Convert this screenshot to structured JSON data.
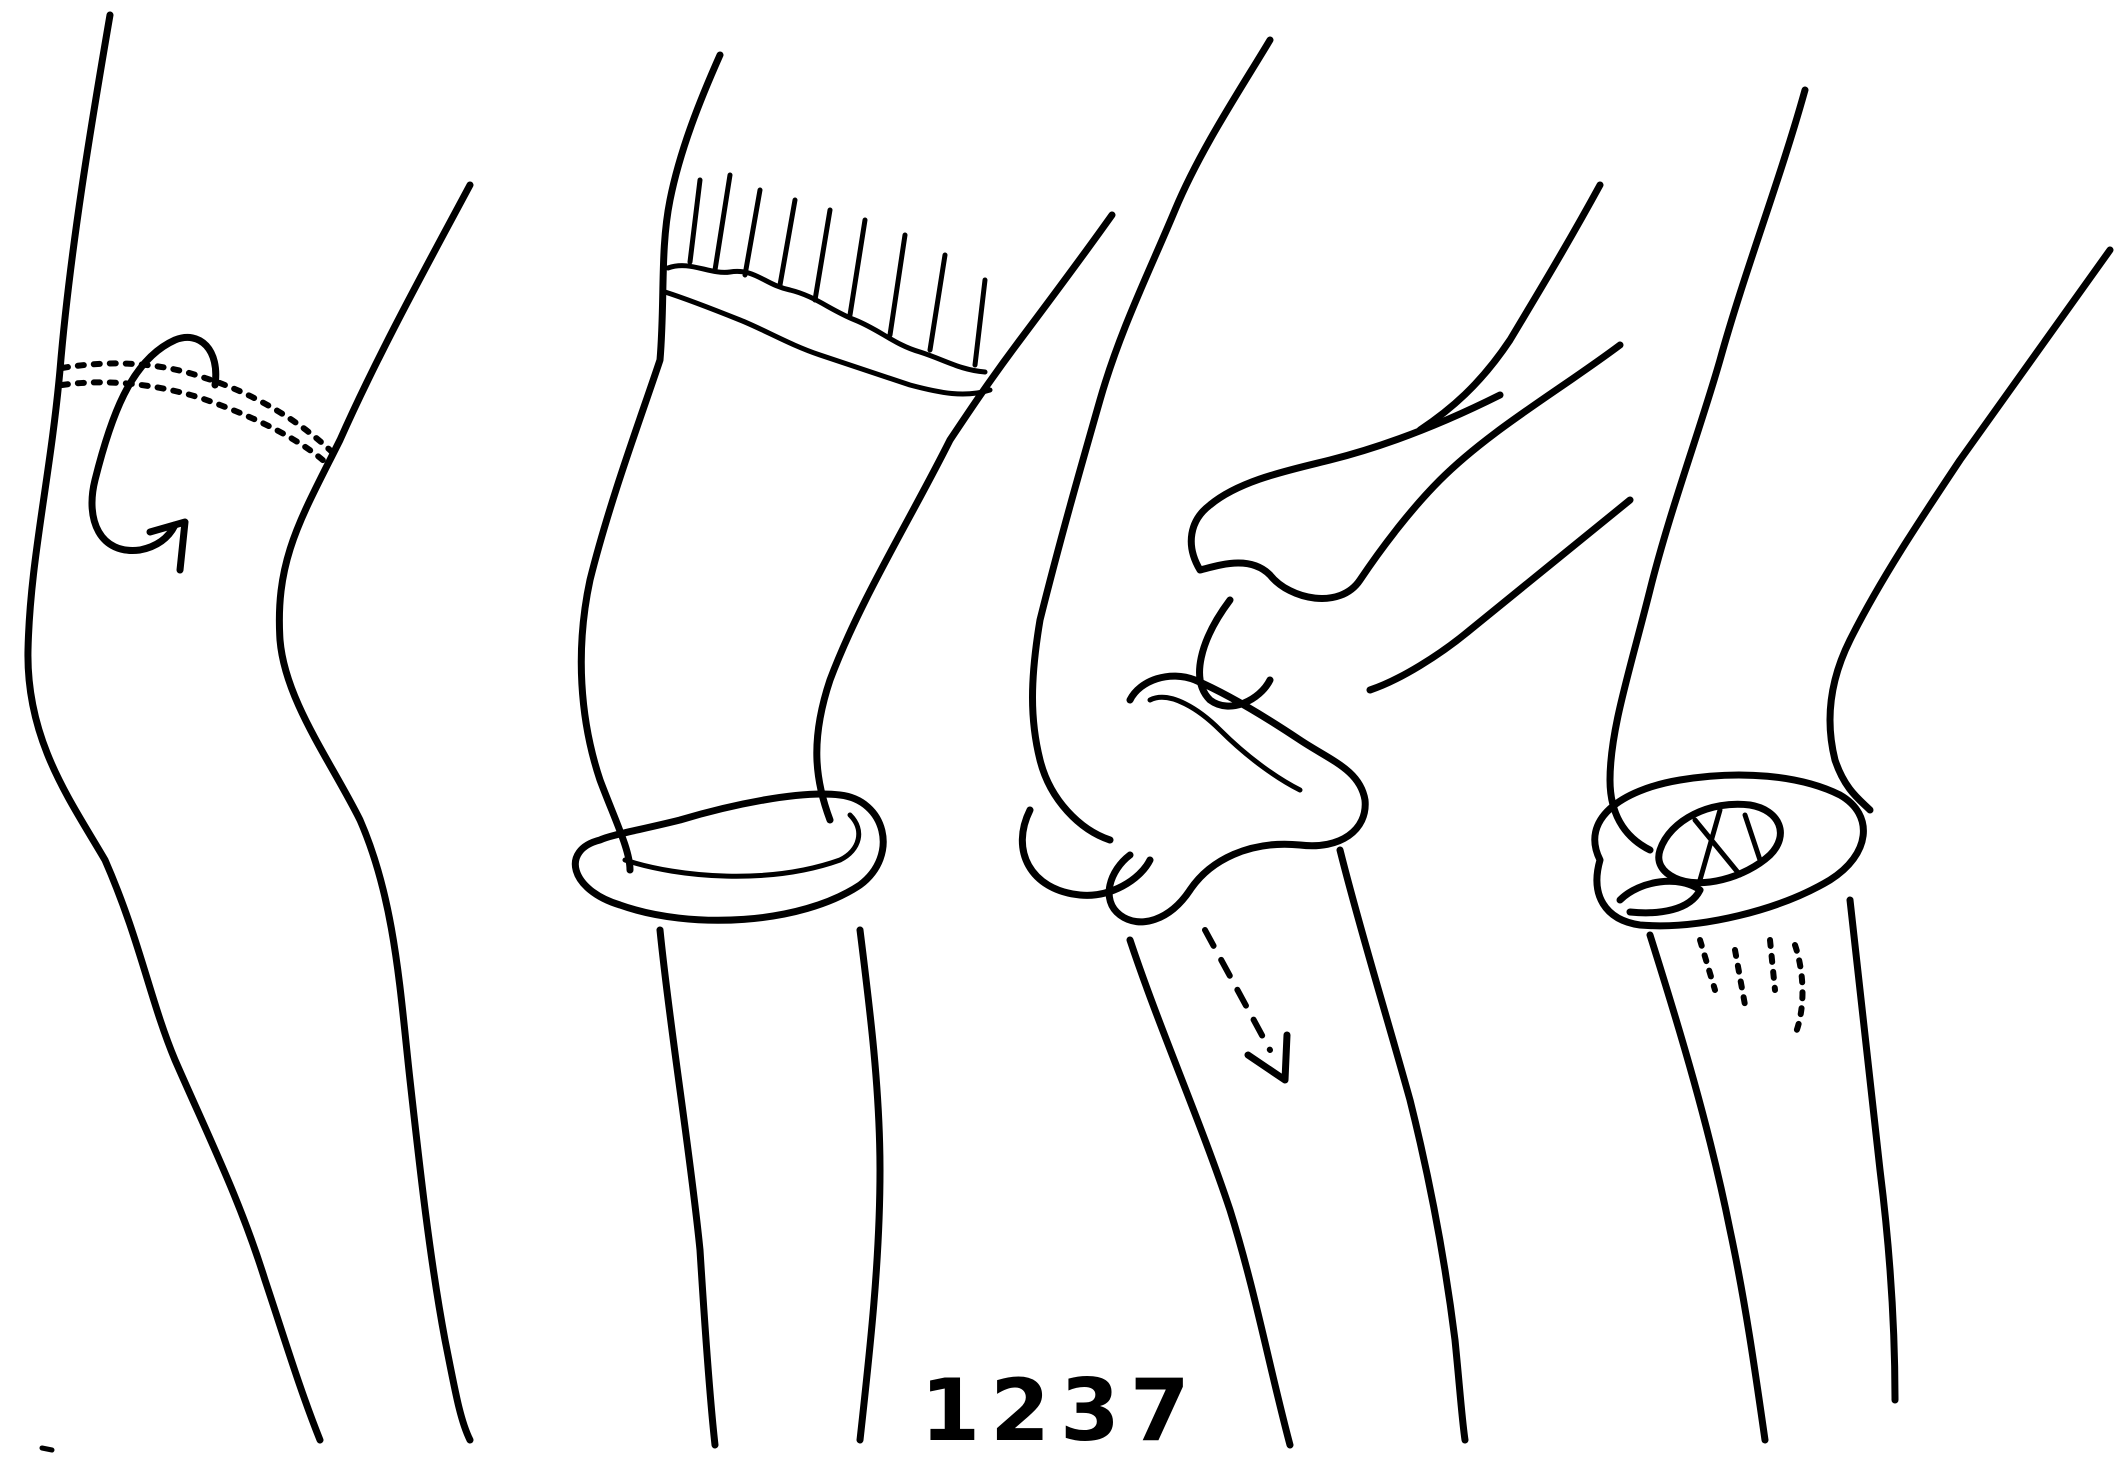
{
  "figure_number": "1237",
  "colors": {
    "ink": "#000000",
    "paper": "#ffffff"
  },
  "panels": [
    {
      "name": "leg-panel-1"
    },
    {
      "name": "leg-panel-2"
    },
    {
      "name": "leg-panel-3"
    },
    {
      "name": "leg-panel-4"
    }
  ]
}
